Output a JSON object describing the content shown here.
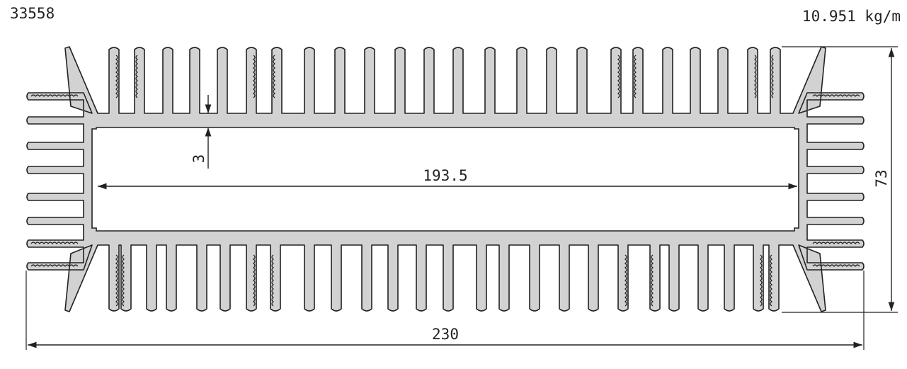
{
  "header": {
    "part_number": "33558",
    "weight": "10.951 kg/m"
  },
  "dimensions": {
    "overall_width": "230",
    "inner_width": "193.5",
    "overall_height": "73",
    "wall_thickness": "3"
  },
  "colors": {
    "profile_fill": "#d2d2d2",
    "line": "#222222",
    "background": "#ffffff"
  }
}
